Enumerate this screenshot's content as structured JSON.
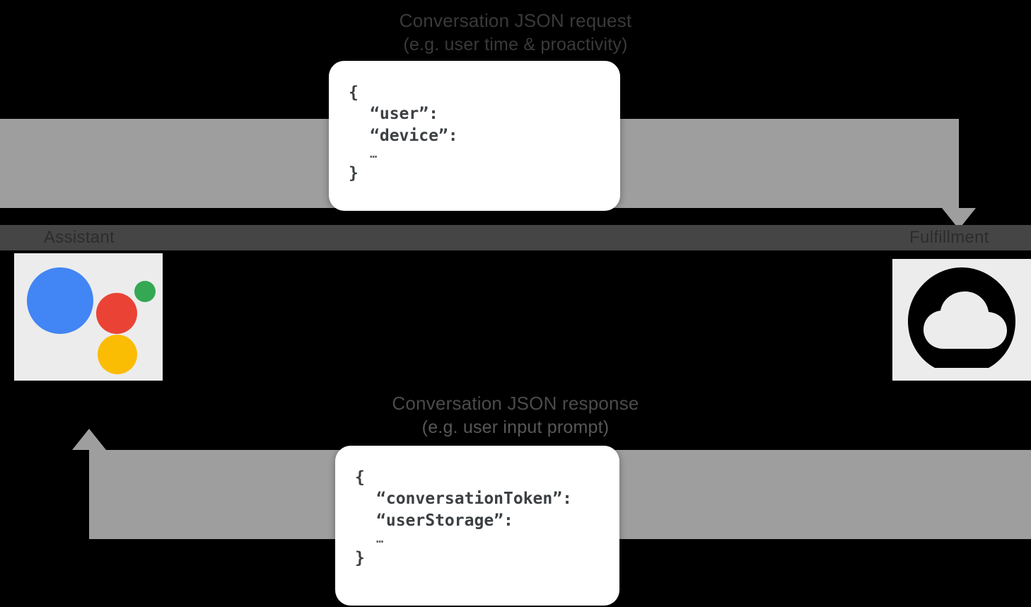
{
  "diagram": {
    "title": "Conversation JSON request/response flow",
    "background_color": "#000000",
    "arrow_color": "#9e9e9e",
    "band_color": "#454545",
    "tile_color": "#ececec"
  },
  "captions": {
    "top": {
      "line1": "Conversation JSON request",
      "line2": "(e.g. user time & proactivity)"
    },
    "bottom": {
      "line1": "Conversation JSON response",
      "line2": "(e.g. user input prompt)"
    }
  },
  "channel": {
    "left_label": "Assistant",
    "right_label": "Fulfillment"
  },
  "json_request": {
    "lines": [
      "{",
      "“user”:",
      "“device”:",
      "…",
      "}"
    ]
  },
  "json_response": {
    "lines": [
      "{",
      "“conversationToken”:",
      "“userStorage”:",
      "…",
      "}"
    ]
  },
  "icons": {
    "assistant": {
      "name": "google-assistant-icon",
      "colors": {
        "blue": "#4285f4",
        "red": "#ea4335",
        "green": "#34a853",
        "yellow": "#fbbc04"
      }
    },
    "fulfillment": {
      "name": "cloud-icon",
      "color": "#000000"
    }
  }
}
